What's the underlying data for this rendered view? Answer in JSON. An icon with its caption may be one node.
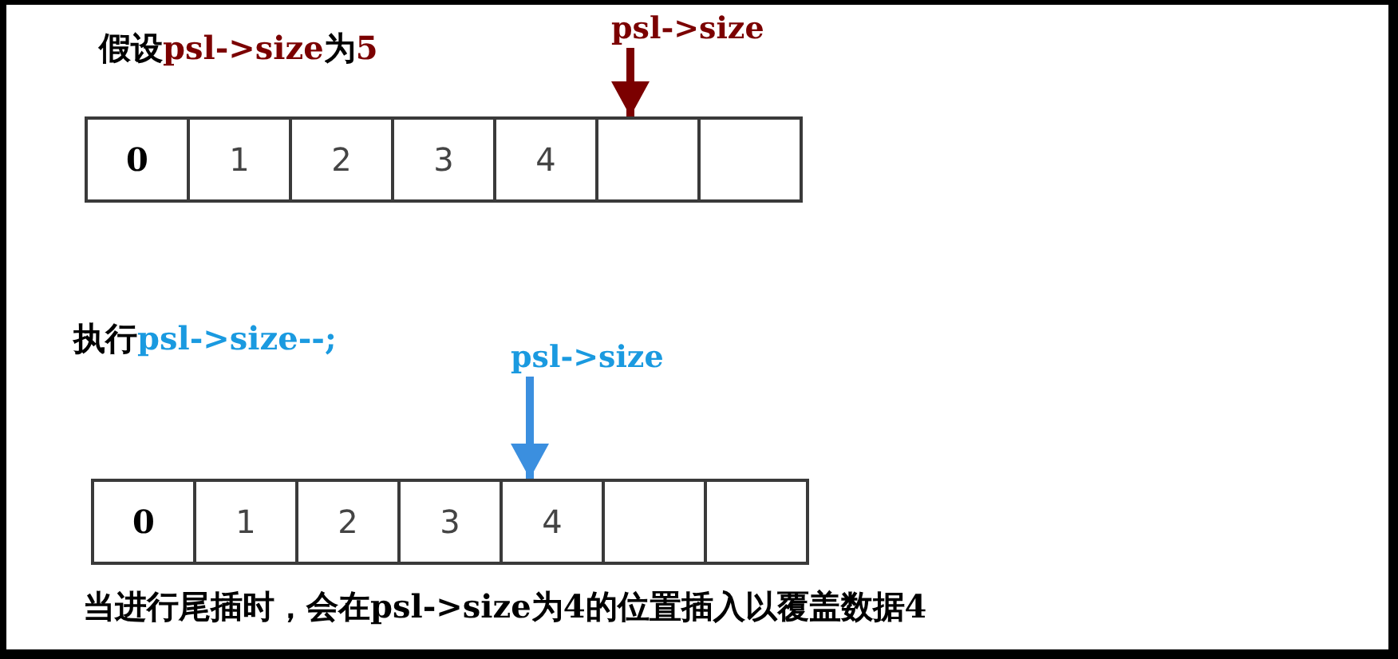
{
  "diagram": {
    "nodes": [
      {
        "text": [
          "0"
        ]
      },
      {
        "text": [
          "1"
        ]
      },
      {
        "text": [
          "2"
        ]
      },
      {
        "text": [
          "3"
        ]
      },
      {
        "text": [
          "4"
        ]
      },
      {
        "text": [],
        "shape": "box"
      },
      {
        "text": [],
        "shape": "box"
      },
      {
        "text": [
          "0"
        ]
      },
      {
        "text": [
          "1"
        ]
      },
      {
        "text": [
          "2"
        ]
      },
      {
        "text": [
          "3"
        ]
      },
      {
        "text": [
          "4"
        ]
      },
      {
        "text": [],
        "shape": "box"
      },
      {
        "text": [],
        "shape": "box"
      },
      {
        "text": [
          "psl->size"
        ]
      },
      {
        "text": [
          "psl->size"
        ]
      }
    ],
    "edges": [
      {
        "from": 14,
        "to": 5,
        "arrow": "to",
        "color": "#7b0000"
      },
      {
        "from": 15,
        "to": 11,
        "arrow": "to",
        "color": "#3b8fdf"
      }
    ],
    "labels": [
      "假设psl->size为5",
      "执行psl->size--;",
      "当进行尾插时，会在psl->size为4的位置插入以覆盖数据4"
    ]
  }
}
